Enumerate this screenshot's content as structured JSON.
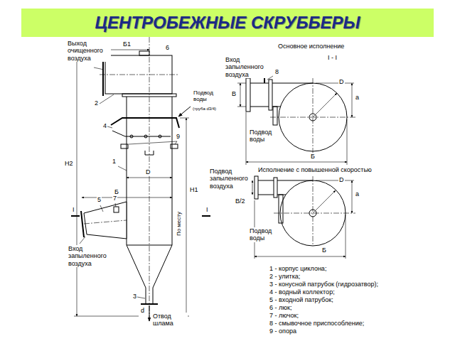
{
  "diagram": {
    "title": "ЦЕНТРОБЕЖНЫЕ СКРУББЕРЫ",
    "labels": [
      "Выход очищенного воздуха",
      "Б1",
      "6",
      "2",
      "Подвод воды",
      "(труба d3/4)",
      "4",
      "9",
      "1",
      "H2",
      "D",
      "Б",
      "H1",
      "По месту",
      "I",
      "5",
      "7",
      "I",
      "Вход запыленного воздуха",
      "3",
      "d",
      "Отвод шлама",
      "Основное исполнение",
      "Вход запыленного воздуха",
      "8",
      "I - I",
      "D",
      "B",
      "a",
      "Подвод воды",
      "Б",
      "Исполнение с повышенной скоростью",
      "Подвод запыленного воздуха",
      "D",
      "B/2",
      "a",
      "Подвод воды",
      "Б",
      "1 - корпус циклона;",
      "2 - улитка;",
      "3 - конусной патрубок (гидрозатвор);",
      "4 - водный коллектор;",
      "5 - входной патрубок;",
      "6 - люк;",
      "7 - лючок;",
      "8 - смывочное приспособление;",
      "9 - опора"
    ]
  }
}
